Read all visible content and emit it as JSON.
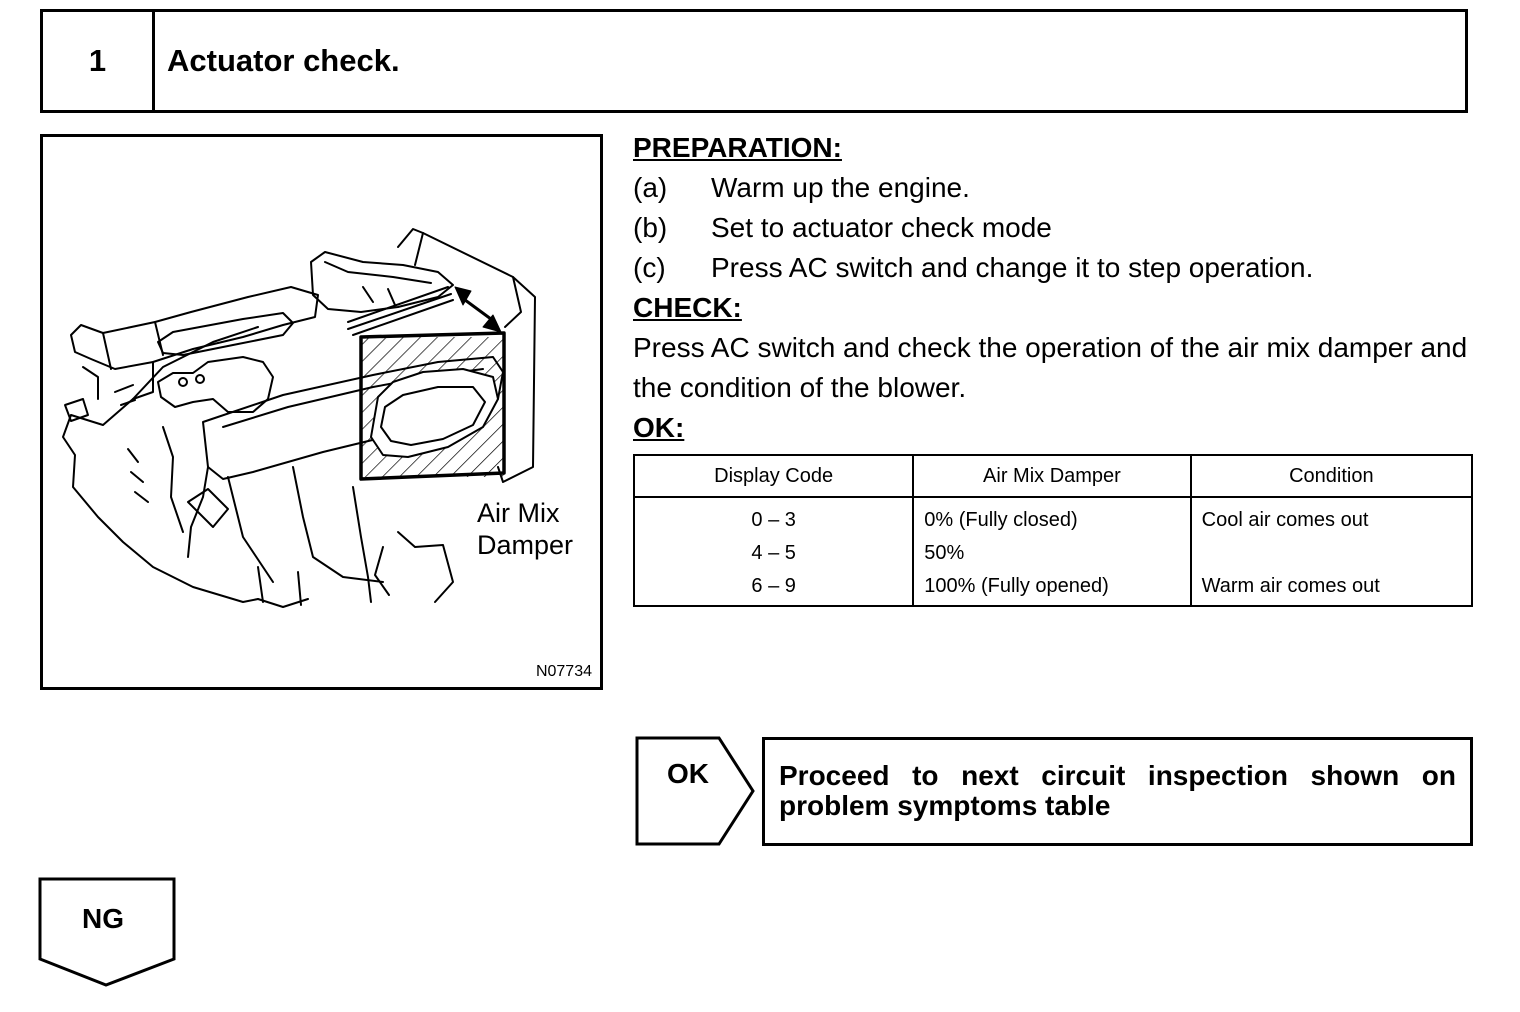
{
  "step": {
    "number": "1",
    "title": "Actuator check."
  },
  "figure": {
    "label_line1": "Air Mix",
    "label_line2": "Damper",
    "code": "N07734"
  },
  "preparation": {
    "heading": "PREPARATION:",
    "steps": [
      {
        "letter": "(a)",
        "text": "Warm up the engine."
      },
      {
        "letter": "(b)",
        "text": "Set to actuator check mode"
      },
      {
        "letter": "(c)",
        "text": "Press AC switch and change it to step operation."
      }
    ]
  },
  "check": {
    "heading": "CHECK:",
    "text": "Press AC switch and check the operation of the air mix damper and the condition of the blower."
  },
  "ok": {
    "heading": "OK:",
    "table": {
      "headers": [
        "Display Code",
        "Air Mix Damper",
        "Condition"
      ],
      "rows": [
        [
          "0 – 3",
          "0% (Fully closed)",
          "Cool air comes out"
        ],
        [
          "4 – 5",
          "50%",
          ""
        ],
        [
          "6 – 9",
          "100% (Fully opened)",
          "Warm air comes out"
        ]
      ]
    }
  },
  "results": {
    "ok_label": "OK",
    "ok_text": "Proceed to next circuit inspection shown on problem symptoms table",
    "ng_label": "NG"
  }
}
